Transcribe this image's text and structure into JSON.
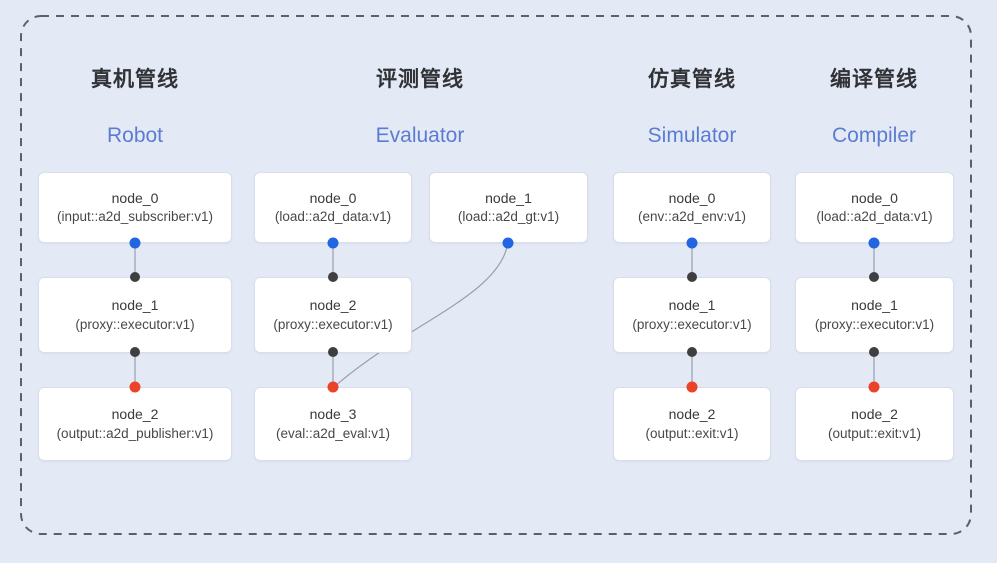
{
  "colors": {
    "background": "#e4e9f6",
    "port-blue": "#2166e0",
    "port-dark": "#3f3f41",
    "port-red": "#ea4327",
    "title-en": "#5b7dd1",
    "title-zh": "#303236"
  },
  "pipelines": [
    {
      "title_zh": "真机管线",
      "title_en": "Robot",
      "nodes": [
        {
          "name": "node_0",
          "type": "(input::a2d_subscriber:v1)"
        },
        {
          "name": "node_1",
          "type": "(proxy::executor:v1)"
        },
        {
          "name": "node_2",
          "type": "(output::a2d_publisher:v1)"
        }
      ]
    },
    {
      "title_zh": "评测管线",
      "title_en": "Evaluator",
      "nodes": [
        {
          "name": "node_0",
          "type": "(load::a2d_data:v1)"
        },
        {
          "name": "node_1",
          "type": "(load::a2d_gt:v1)"
        },
        {
          "name": "node_2",
          "type": "(proxy::executor:v1)"
        },
        {
          "name": "node_3",
          "type": "(eval::a2d_eval:v1)"
        }
      ]
    },
    {
      "title_zh": "仿真管线",
      "title_en": "Simulator",
      "nodes": [
        {
          "name": "node_0",
          "type": "(env::a2d_env:v1)"
        },
        {
          "name": "node_1",
          "type": "(proxy::executor:v1)"
        },
        {
          "name": "node_2",
          "type": "(output::exit:v1)"
        }
      ]
    },
    {
      "title_zh": "编译管线",
      "title_en": "Compiler",
      "nodes": [
        {
          "name": "node_0",
          "type": "(load::a2d_data:v1)"
        },
        {
          "name": "node_1",
          "type": "(proxy::executor:v1)"
        },
        {
          "name": "node_2",
          "type": "(output::exit:v1)"
        }
      ]
    }
  ]
}
